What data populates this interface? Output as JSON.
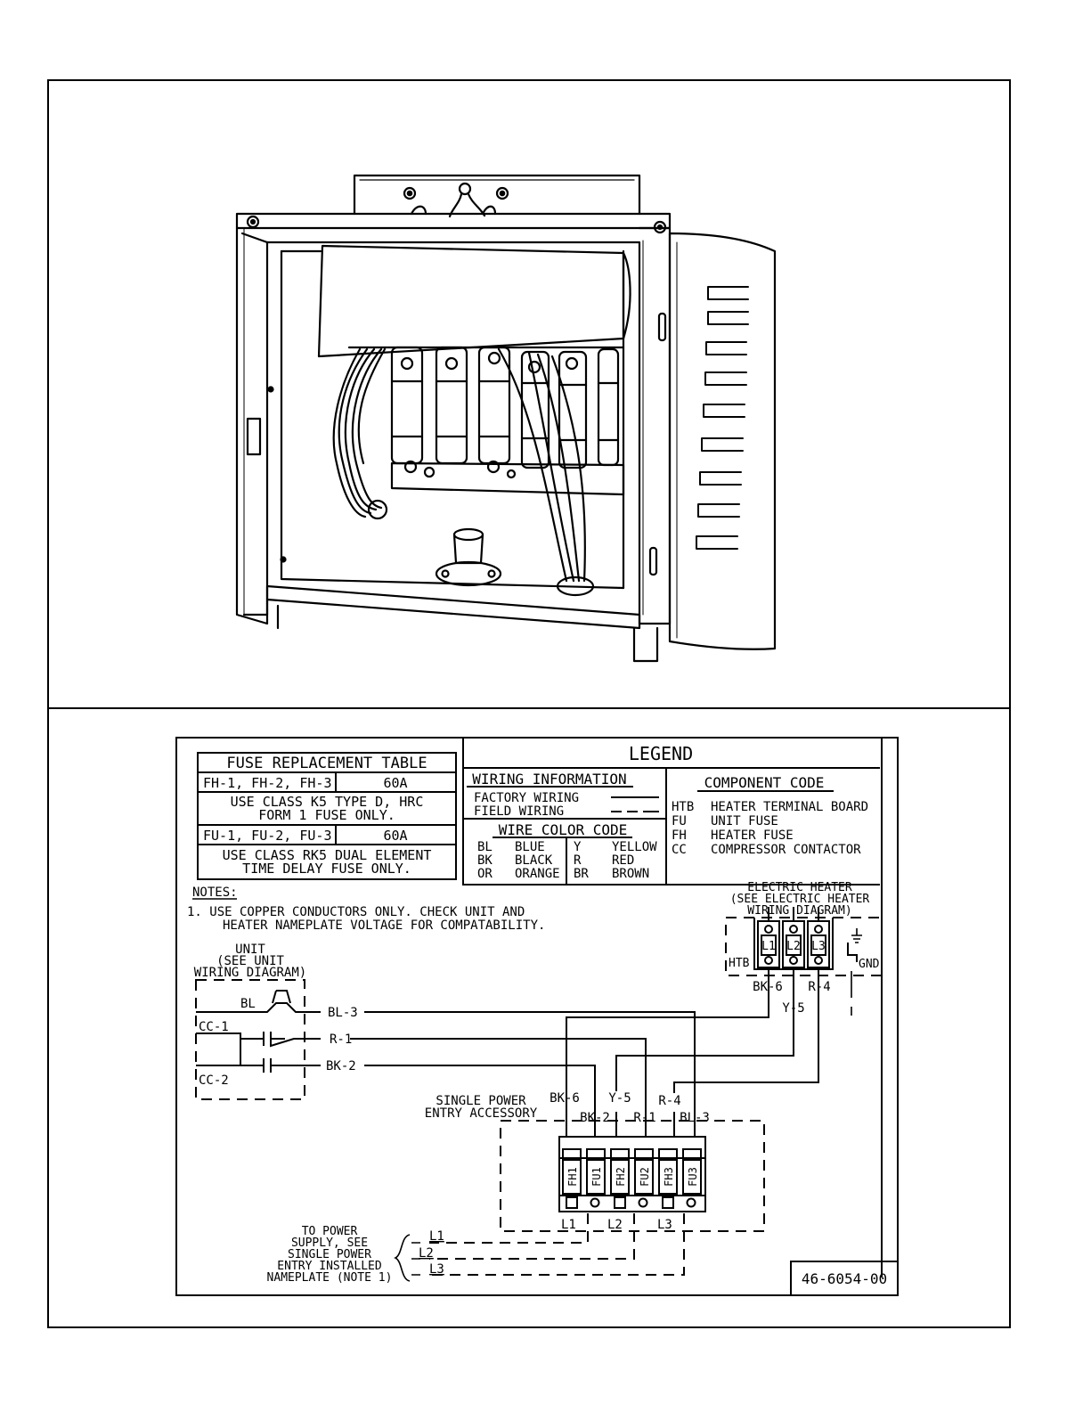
{
  "fuse_table": {
    "title": "FUSE REPLACEMENT TABLE",
    "row1_label": "FH-1, FH-2, FH-3",
    "row1_value": "60A",
    "row1_note_line1": "USE CLASS K5 TYPE D, HRC",
    "row1_note_line2": "FORM 1 FUSE ONLY.",
    "row2_label": "FU-1, FU-2, FU-3",
    "row2_value": "60A",
    "row2_note_line1": "USE CLASS RK5 DUAL ELEMENT",
    "row2_note_line2": "TIME DELAY FUSE ONLY."
  },
  "legend": {
    "title": "LEGEND",
    "wiring_info_title": "WIRING INFORMATION",
    "factory_wiring": "FACTORY WIRING",
    "field_wiring": "FIELD WIRING",
    "wire_color_title": "WIRE COLOR CODE",
    "colors_left": [
      {
        "code": "BL",
        "name": "BLUE"
      },
      {
        "code": "BK",
        "name": "BLACK"
      },
      {
        "code": "OR",
        "name": "ORANGE"
      }
    ],
    "colors_right": [
      {
        "code": "Y",
        "name": "YELLOW"
      },
      {
        "code": "R",
        "name": "RED"
      },
      {
        "code": "BR",
        "name": "BROWN"
      }
    ],
    "component_title": "COMPONENT CODE",
    "components": [
      {
        "code": "HTB",
        "name": "HEATER TERMINAL BOARD"
      },
      {
        "code": "FU",
        "name": "UNIT FUSE"
      },
      {
        "code": "FH",
        "name": "HEATER FUSE"
      },
      {
        "code": "CC",
        "name": "COMPRESSOR CONTACTOR"
      }
    ]
  },
  "notes": {
    "title": "NOTES:",
    "note1_line1": "1. USE COPPER CONDUCTORS ONLY.  CHECK UNIT AND",
    "note1_line2": "HEATER NAMEPLATE VOLTAGE FOR COMPATABILITY."
  },
  "heater": {
    "line1": "ELECTRIC HEATER",
    "line2": "(SEE ELECTRIC HEATER",
    "line3": "WIRING DIAGRAM)",
    "htb": "HTB",
    "gnd": "GND",
    "terminals": [
      "L1",
      "L2",
      "L3"
    ],
    "wire_bk6": "BK-6",
    "wire_y5": "Y-5",
    "wire_r4": "R-4"
  },
  "unit": {
    "line1": "UNIT",
    "line2": "(SEE UNIT",
    "line3": "WIRING DIAGRAM)",
    "bl": "BL",
    "cc1": "CC-1",
    "cc2": "CC-2",
    "wire_bl3": "BL-3",
    "wire_r1": "R-1",
    "wire_bk2": "BK-2"
  },
  "accessory": {
    "line1": "SINGLE POWER",
    "line2": "ENTRY ACCESSORY",
    "top_labels": [
      "BK-6",
      "Y-5",
      "R-4"
    ],
    "bottom_labels": [
      "BK-2",
      "R-1",
      "BL-3"
    ],
    "fuses": [
      "FH1",
      "FU1",
      "FH2",
      "FU2",
      "FH3",
      "FU3"
    ],
    "lines": [
      "L1",
      "L2",
      "L3"
    ]
  },
  "power": {
    "line1": "TO POWER",
    "line2": "SUPPLY, SEE",
    "line3": "SINGLE POWER",
    "line4": "ENTRY INSTALLED",
    "line5": "NAMEPLATE (NOTE 1)",
    "lines": [
      "L1",
      "L2",
      "L3"
    ]
  },
  "drawing_number": "46-6054-00"
}
